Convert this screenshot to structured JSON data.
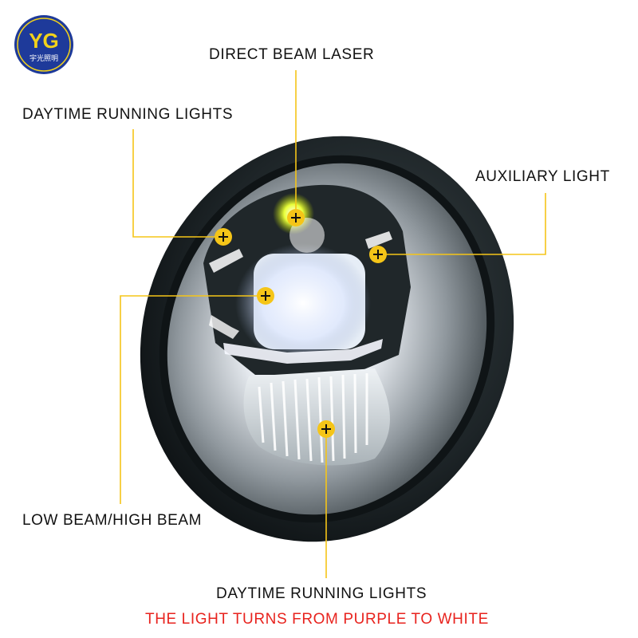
{
  "logo": {
    "mark": "YG",
    "subtitle": "宇光照明",
    "color": "#1e3a9a",
    "accent": "#f2d21b"
  },
  "callouts": {
    "direct_beam_laser": "DIRECT BEAM LASER",
    "daytime_running_lights_top": "DAYTIME RUNNING LIGHTS",
    "auxiliary_light": "AUXILIARY LIGHT",
    "low_high_beam": "LOW BEAM/HIGH BEAM",
    "daytime_running_lights_bottom": "DAYTIME RUNNING LIGHTS"
  },
  "note": "THE LIGHT TURNS FROM PURPLE TO WHITE",
  "colors": {
    "leader_line": "#f5c518",
    "marker_fill": "#f5c518",
    "note_text": "#e8231e",
    "housing": "#1c2326"
  }
}
